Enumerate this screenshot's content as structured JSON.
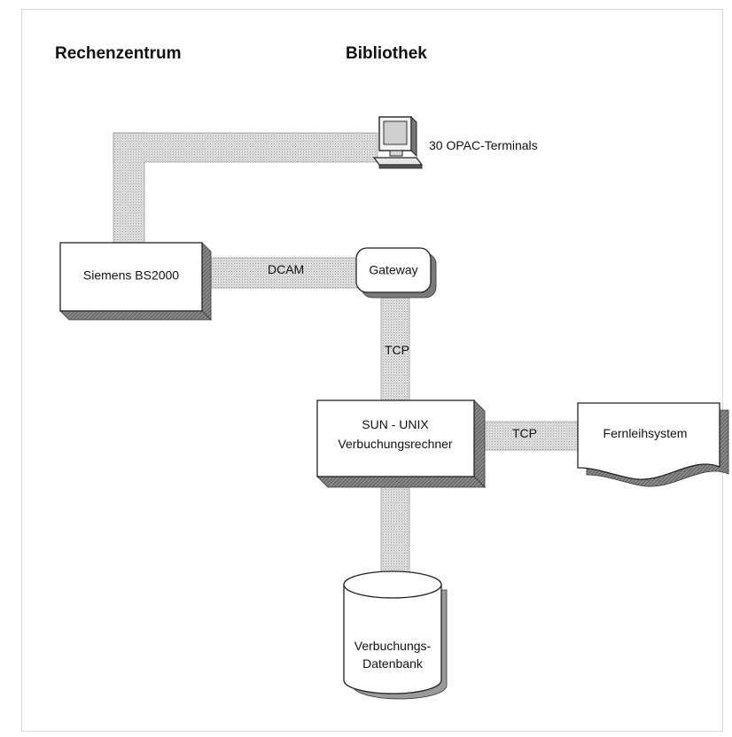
{
  "headings": {
    "left": "Rechenzentrum",
    "right": "Bibliothek"
  },
  "nodes": {
    "terminals": "30 OPAC-Terminals",
    "mainframe": "Siemens BS2000",
    "gateway": "Gateway",
    "server_line1": "SUN - UNIX",
    "server_line2": "Verbuchungsrechner",
    "ill": "Fernleihsystem",
    "db_line1": "Verbuchungs-",
    "db_line2": "Datenbank"
  },
  "links": {
    "dcam": "DCAM",
    "tcp_gateway_server": "TCP",
    "tcp_server_ill": "TCP"
  },
  "icons": {
    "terminal": "computer-terminal-icon"
  }
}
